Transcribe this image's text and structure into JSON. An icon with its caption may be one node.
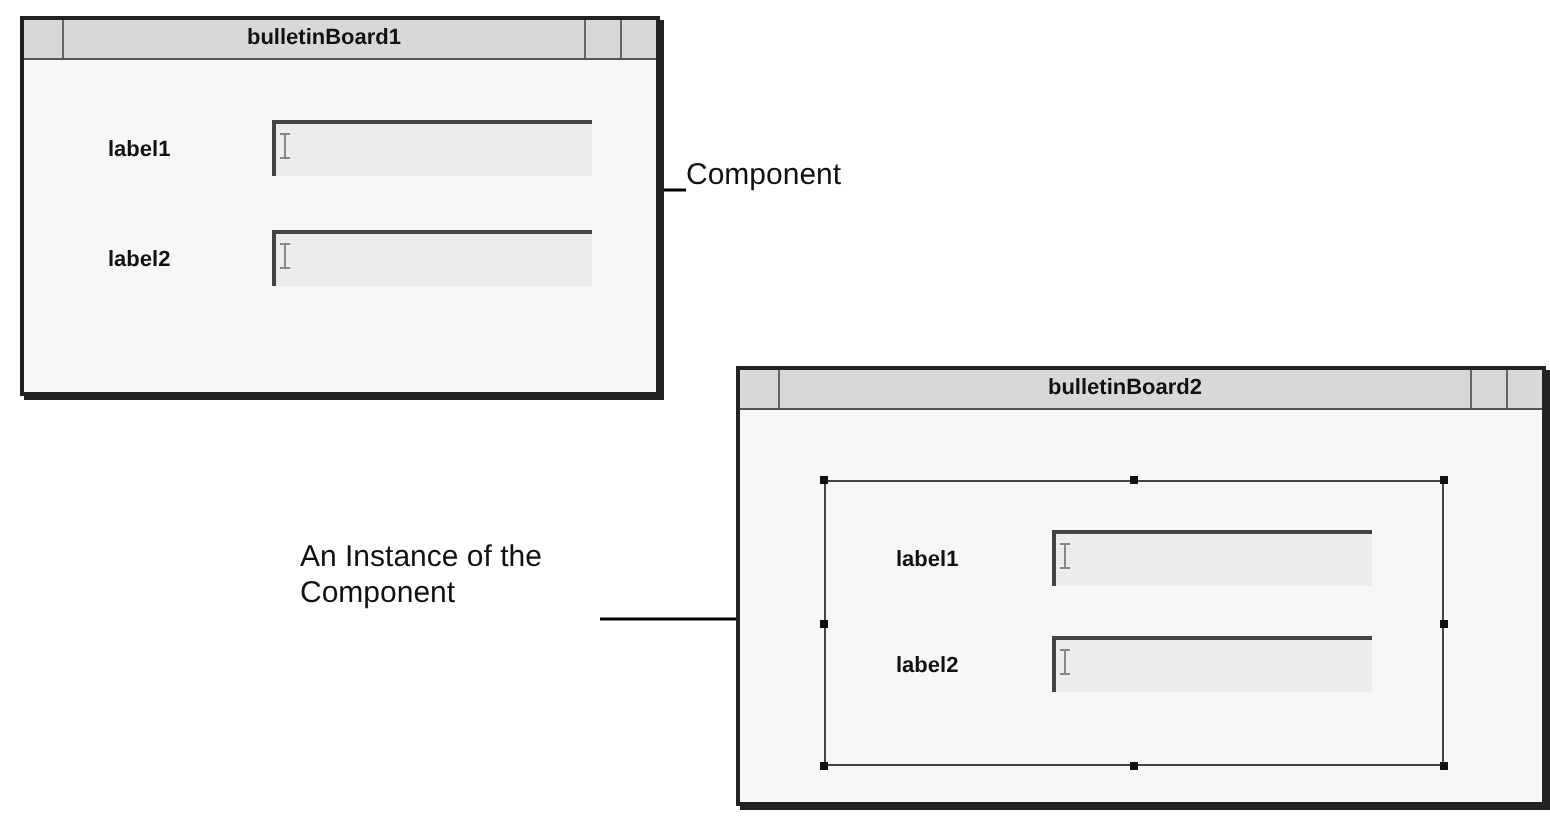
{
  "diagram": {
    "nodes": [
      {
        "text": [
          "bulletinBoard1"
        ]
      },
      {
        "text": [
          "Component"
        ]
      },
      {
        "text": [
          "bulletinBoard2"
        ]
      },
      {
        "text": [],
        "shape": "box",
        "in": 2
      },
      {
        "text": [
          "An Instance of the Component"
        ]
      }
    ],
    "edges": [
      {
        "from": 1,
        "to": 0,
        "arrow": "none"
      },
      {
        "from": 4,
        "to": 3,
        "arrow": "none"
      }
    ],
    "labels": [
      "label1",
      "label2",
      "label1",
      "label2"
    ]
  }
}
